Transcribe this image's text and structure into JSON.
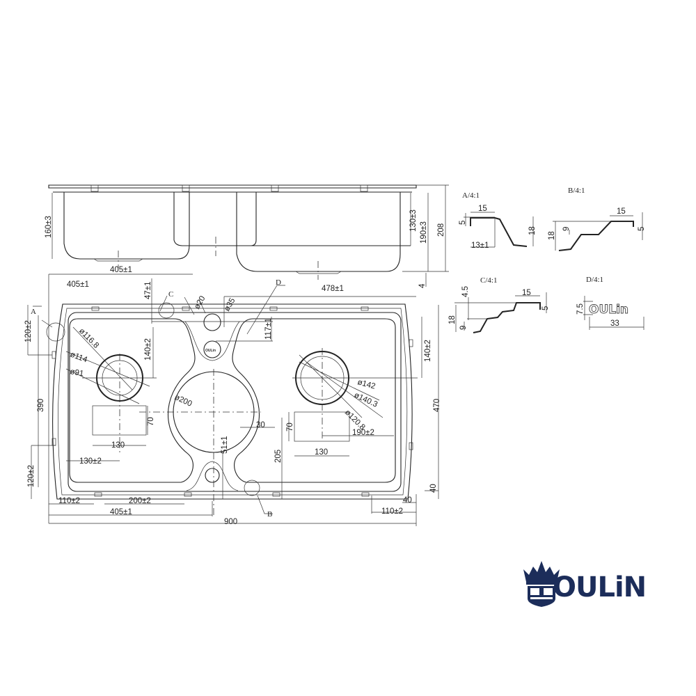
{
  "colors": {
    "line": "#222222",
    "brand": "#1c2d5a"
  },
  "side_view": {
    "depth_left": "160±3",
    "depth_drain": "130±3",
    "depth_right": "190±3",
    "total_height": "208",
    "gap": "4",
    "left_width": "405±1"
  },
  "top_view": {
    "top_left_width": "405±1",
    "tap_offset": "47±1",
    "tap_hole": "ø20",
    "tap_hole2": "ø35",
    "detail_d": "D",
    "right_width": "478±1",
    "detail_c": "C",
    "detail_a": "A",
    "left_top_offset": "120±2",
    "logo_offset": "117±1",
    "left_drain_offset": "140±2",
    "right_drain_offset": "140±2",
    "left_d1": "ø116.8",
    "left_d2": "ø114",
    "left_d3": "ø91",
    "center_d": "ø200",
    "right_d1": "ø142",
    "right_d2": "ø140.3",
    "right_d3": "ø120.8",
    "inner_height": "390",
    "total_depth": "470",
    "left_rect_h": "70",
    "right_rect_h": "70",
    "left_rect_w": "130",
    "right_rect_w": "130",
    "center_offset": "30",
    "bottom_hole": "51±1",
    "center_height": "205",
    "right_drain_x": "190±2",
    "left_drain_x": "130±2",
    "left_bottom_offset": "120±2",
    "right_margin_v": "40",
    "right_margin_h": "40",
    "bottom_left_clip": "110±2",
    "clip_spacing": "200±2",
    "bottom_right_clip": "110±2",
    "bottom_left_width": "405±1",
    "total_width": "900",
    "detail_b": "B"
  },
  "details": {
    "a": {
      "title": "A/4:1",
      "w": "15",
      "h1": "5",
      "h2": "18",
      "w2": "13±1"
    },
    "b": {
      "title": "B/4:1",
      "w": "15",
      "h1": "5",
      "h2": "18",
      "h3": "9"
    },
    "c": {
      "title": "C/4:1",
      "w": "15",
      "h1": "5",
      "h2": "18",
      "h3": "9",
      "h4": "4.5"
    },
    "d": {
      "title": "D/4:1",
      "h": "7.5",
      "w": "33",
      "engraving": "OULin"
    }
  },
  "brand": {
    "name": "OULiN",
    "logo_icon": "crown-shield-crest"
  }
}
